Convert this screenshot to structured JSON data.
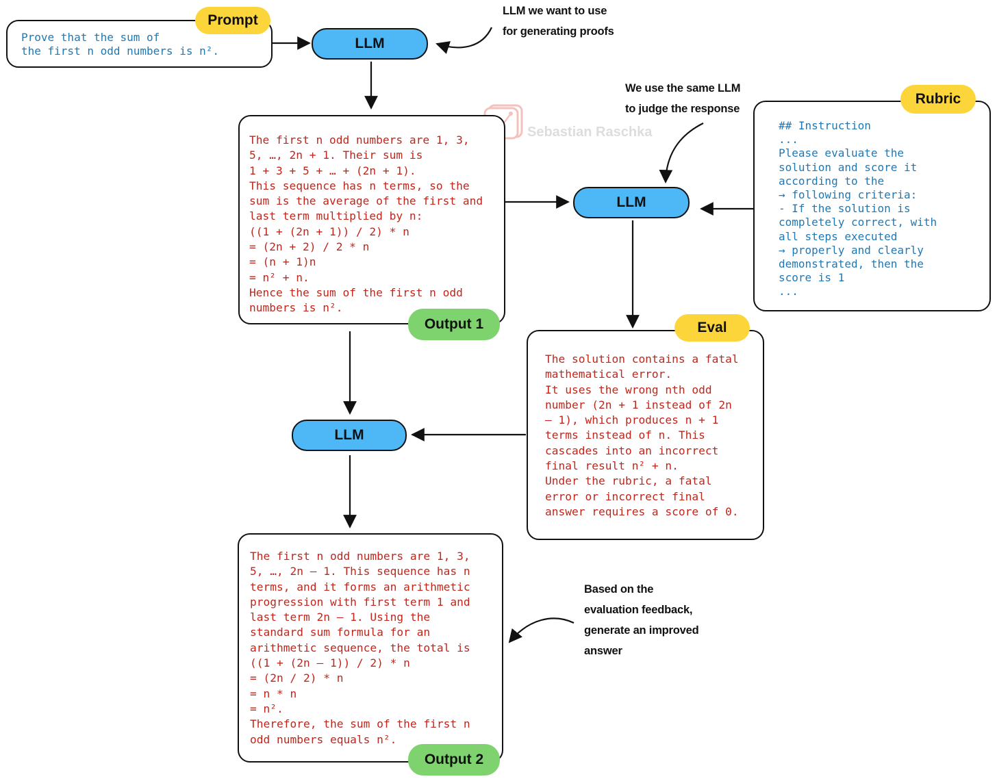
{
  "prompt": {
    "tag": "Prompt",
    "text": "Prove that the sum of\nthe first n odd numbers is n²."
  },
  "llm_label": "LLM",
  "notes": {
    "generator": "LLM we want to use\nfor generating proofs",
    "judge": "We use the same LLM\nto judge the response",
    "refine": "Based on the\nevaluation feedback,\ngenerate an improved\nanswer"
  },
  "watermark": "Sebastian Raschka",
  "output1": {
    "tag": "Output 1",
    "text": "The first n odd numbers are 1, 3,\n5, …, 2n + 1. Their sum is\n1 + 3 + 5 + … + (2n + 1).\nThis sequence has n terms, so the\nsum is the average of the first and\nlast term multiplied by n:\n((1 + (2n + 1)) / 2) * n\n= (2n + 2) / 2 * n\n= (n + 1)n\n= n² + n.\nHence the sum of the first n odd\nnumbers is n²."
  },
  "rubric": {
    "tag": "Rubric",
    "text": "## Instruction\n...\nPlease evaluate the\nsolution and score it\naccording to the\n→ following criteria:\n- If the solution is\ncompletely correct, with\nall steps executed\n→ properly and clearly\ndemonstrated, then the\nscore is 1\n..."
  },
  "eval": {
    "tag": "Eval",
    "text": "The solution contains a fatal\nmathematical error.\nIt uses the wrong nth odd\nnumber (2n + 1 instead of 2n\n– 1), which produces n + 1\nterms instead of n. This\ncascades into an incorrect\nfinal result n² + n.\nUnder the rubric, a fatal\nerror or incorrect final\nanswer requires a score of 0."
  },
  "output2": {
    "tag": "Output 2",
    "text": "The first n odd numbers are 1, 3,\n5, …, 2n – 1. This sequence has n\nterms, and it forms an arithmetic\nprogression with first term 1 and\nlast term 2n – 1. Using the\nstandard sum formula for an\narithmetic sequence, the total is\n((1 + (2n – 1)) / 2) * n\n= (2n / 2) * n\n= n * n\n= n².\nTherefore, the sum of the first n\nodd numbers equals n²."
  },
  "colors": {
    "llm_pill": "#4db8f5",
    "tag_yellow": "#fcd53a",
    "tag_green": "#7fd36f",
    "prompt_text": "#1f78b4",
    "output_text": "#c0261b"
  }
}
